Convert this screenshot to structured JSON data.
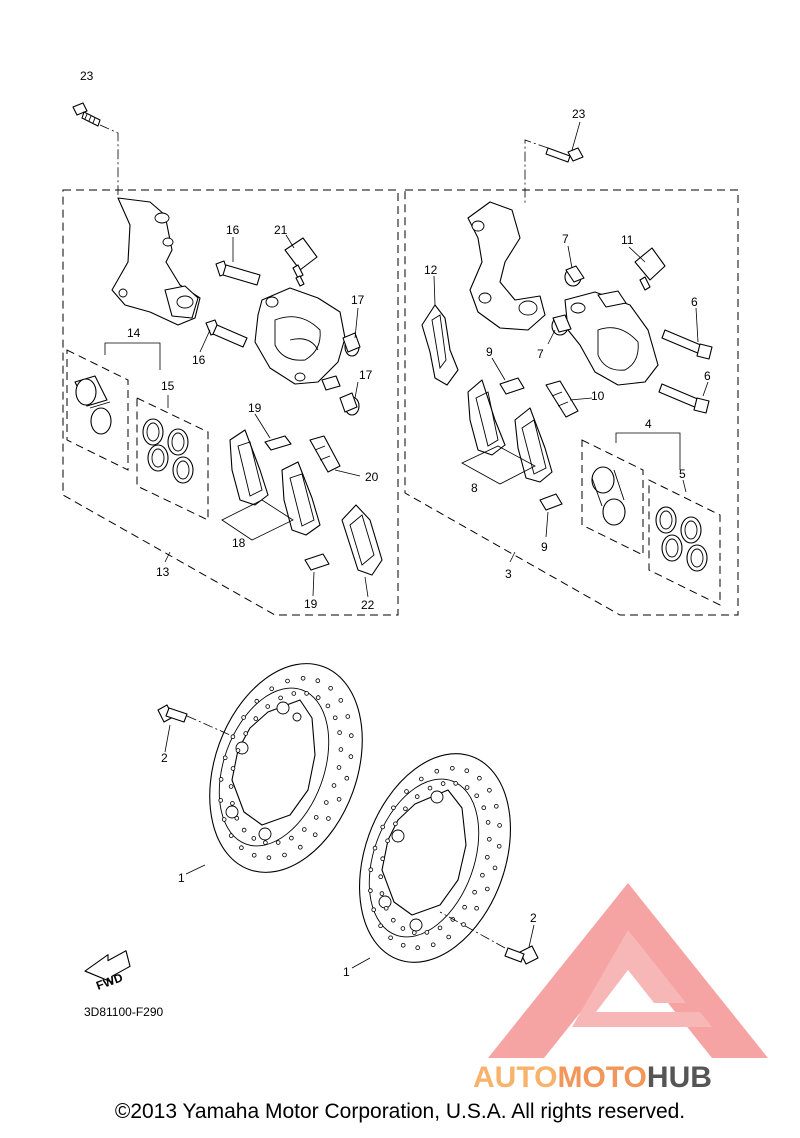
{
  "diagram": {
    "part_numbers": {
      "p1a": "1",
      "p1b": "1",
      "p2a": "2",
      "p2b": "2",
      "p3": "3",
      "p4": "4",
      "p5": "5",
      "p6a": "6",
      "p6b": "6",
      "p7a": "7",
      "p7b": "7",
      "p8": "8",
      "p9a": "9",
      "p9b": "9",
      "p10": "10",
      "p11": "11",
      "p12": "12",
      "p13": "13",
      "p14": "14",
      "p15": "15",
      "p16a": "16",
      "p16b": "16",
      "p17a": "17",
      "p17b": "17",
      "p18": "18",
      "p19a": "19",
      "p19b": "19",
      "p20": "20",
      "p21": "21",
      "p22": "22",
      "p23a": "23",
      "p23b": "23"
    },
    "fwd_label": "FWD",
    "drawing_code": "3D81100-F290"
  },
  "watermark": {
    "text_part1": "AUTO",
    "text_part2": "MOTO",
    "text_part3": "HUB",
    "color_light": "#f7b36b",
    "color_mid": "#f3965a",
    "color_dark": "#555555",
    "logo_color": "#f38a8a"
  },
  "footer": {
    "copyright": "©2013 Yamaha Motor Corporation, U.S.A. All rights reserved."
  }
}
